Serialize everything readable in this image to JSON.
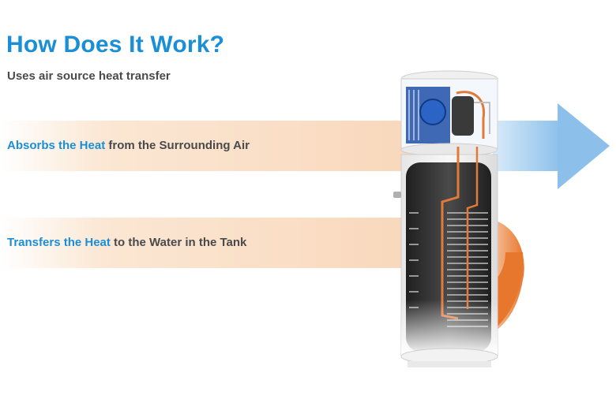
{
  "title": "How Does It Work?",
  "subtitle": "Uses air source heat transfer",
  "step1": {
    "highlight": "Absorbs the Heat",
    "rest": " from the Surrounding Air"
  },
  "step2": {
    "highlight": "Transfers the Heat",
    "rest": " to the Water in the Tank"
  },
  "colors": {
    "heading_blue": "#1a8fd6",
    "text_gray": "#4a4a4a",
    "air_arrow_blue": "#9fcbee",
    "heat_band_orange": "#f9d8bc",
    "water_arrow_orange": "#e8772e",
    "tank_body": "#2e2e2e",
    "pipe_copper": "#e07a3a"
  },
  "icons": {
    "air_arrow": "arrow-right-icon",
    "heat_curve": "curved-arrow-icon",
    "unit": "heat-pump-water-heater"
  }
}
